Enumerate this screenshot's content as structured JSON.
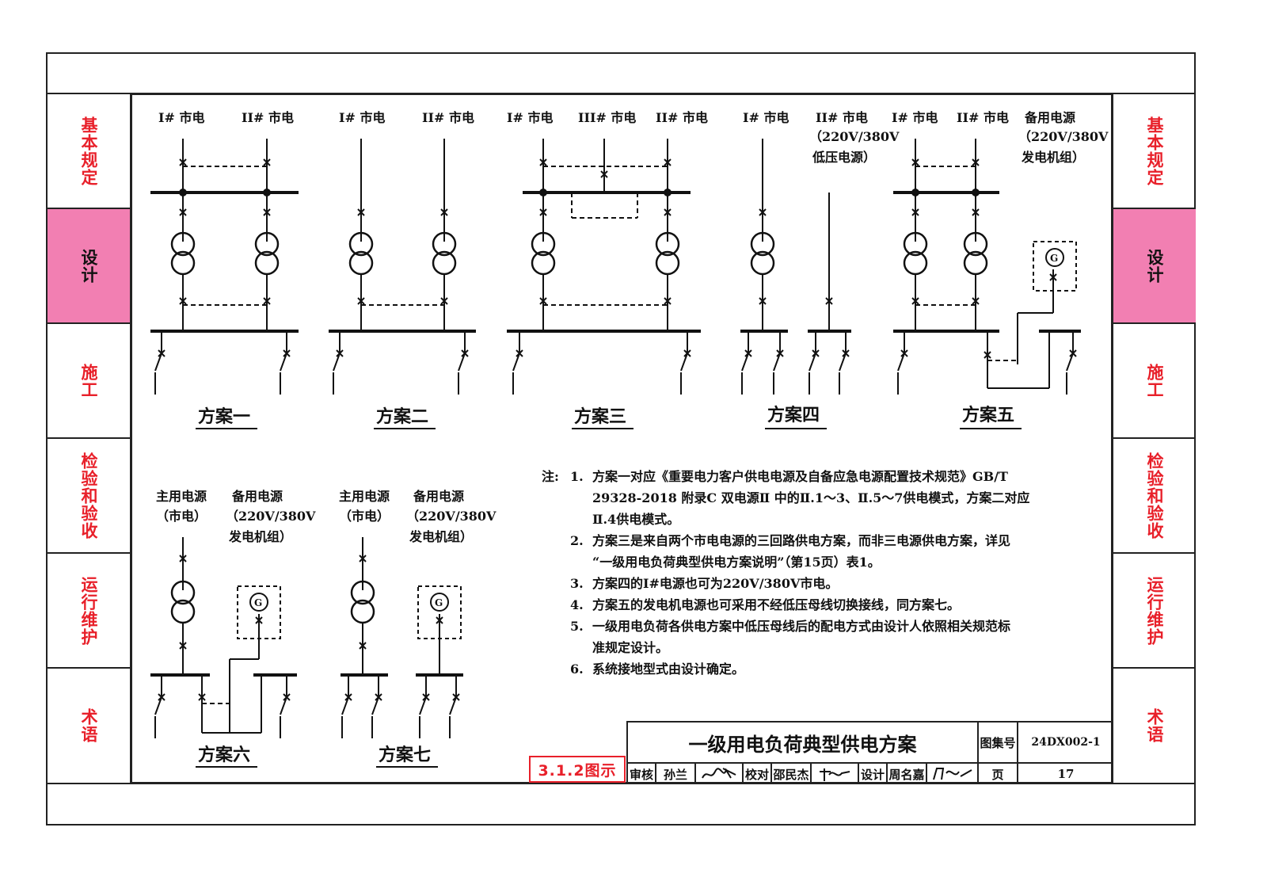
{
  "sidebar": {
    "items": [
      {
        "label": "基本规定"
      },
      {
        "label": "设计"
      },
      {
        "label": "施工"
      },
      {
        "label": "检验和验收"
      },
      {
        "label": "运行维护"
      },
      {
        "label": "术语"
      }
    ],
    "active_index": 1,
    "accent_color": "#e8202a",
    "active_bg": "#f27fb2"
  },
  "diagram": {
    "s1": {
      "src1": "I# 市电",
      "src2": "II# 市电",
      "name": "方案一"
    },
    "s2": {
      "src1": "I# 市电",
      "src2": "II# 市电",
      "name": "方案二"
    },
    "s3": {
      "src1": "I# 市电",
      "src2": "III# 市电",
      "src3": "II# 市电",
      "name": "方案三"
    },
    "s4": {
      "src1": "I# 市电",
      "src2": "II# 市电",
      "src2_line2": "（220V/380V",
      "src2_line3": "低压电源）",
      "name": "方案四"
    },
    "s5": {
      "src1": "I# 市电",
      "src2": "II# 市电",
      "src3": "备用电源",
      "src3_line2": "（220V/380V",
      "src3_line3": "发电机组）",
      "gen": "G",
      "name": "方案五"
    },
    "s6": {
      "main1": "主用电源",
      "main2": "（市电）",
      "bak1": "备用电源",
      "bak2": "（220V/380V",
      "bak3": "发电机组）",
      "gen": "G",
      "name": "方案六"
    },
    "s7": {
      "main1": "主用电源",
      "main2": "（市电）",
      "bak1": "备用电源",
      "bak2": "（220V/380V",
      "bak3": "发电机组）",
      "gen": "G",
      "name": "方案七"
    }
  },
  "notes": {
    "prefix": "注:",
    "items": [
      {
        "num": "1.",
        "lines": [
          "方案一对应《重要电力客户供电电源及自备应急电源配置技术规范》GB/T",
          "29328-2018 附录C 双电源Ⅱ 中的Ⅱ.1～3、Ⅱ.5～7供电模式，方案二对应",
          "Ⅱ.4供电模式。"
        ]
      },
      {
        "num": "2.",
        "lines": [
          "方案三是来自两个市电电源的三回路供电方案，而非三电源供电方案，详见",
          "“一级用电负荷典型供电方案说明”（第15页）表1。"
        ]
      },
      {
        "num": "3.",
        "lines": [
          "方案四的Ⅰ#电源也可为220V/380V市电。"
        ]
      },
      {
        "num": "4.",
        "lines": [
          "方案五的发电机电源也可采用不经低压母线切换接线，同方案七。"
        ]
      },
      {
        "num": "5.",
        "lines": [
          "一级用电负荷各供电方案中低压母线后的配电方式由设计人依照相关规范标",
          "准规定设计。"
        ]
      },
      {
        "num": "6.",
        "lines": [
          "系统接地型式由设计确定。"
        ]
      }
    ]
  },
  "title_block": {
    "title": "一级用电负荷典型供电方案",
    "atlas_label": "图集号",
    "atlas_no": "24DX002-1",
    "review_label": "审核",
    "reviewer": "孙兰",
    "check_label": "校对",
    "checker": "邵民杰",
    "design_label": "设计",
    "designer": "周名嘉",
    "page_label": "页",
    "page_no": "17"
  },
  "figure_tag": "3.1.2图示"
}
